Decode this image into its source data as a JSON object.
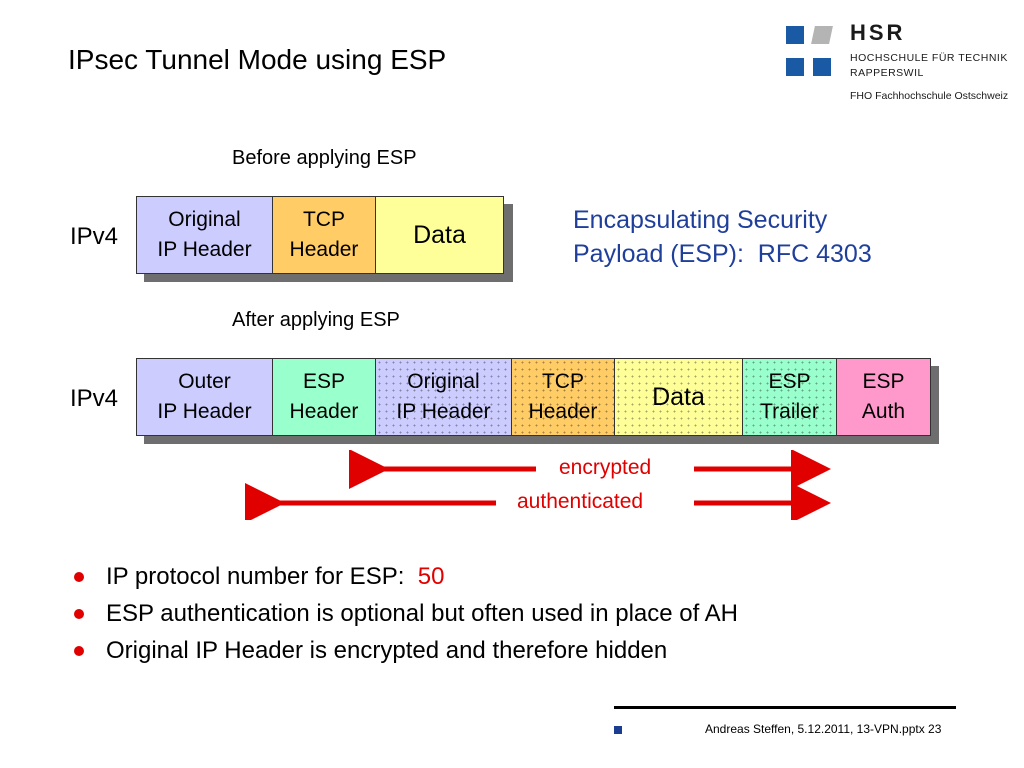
{
  "slide": {
    "title": "IPsec Tunnel Mode using ESP"
  },
  "logo": {
    "name": "HSR",
    "line1": "HOCHSCHULE FÜR TECHNIK",
    "line2": "RAPPERSWIL",
    "line3": "FHO Fachhochschule Ostschweiz",
    "colors": {
      "blue": "#1a5aa5",
      "gray": "#b4b4b4"
    }
  },
  "before": {
    "caption": "Before applying ESP",
    "label": "IPv4",
    "cells": [
      {
        "line1": "Original",
        "line2": "IP Header",
        "color": "#ccccff"
      },
      {
        "line1": "TCP",
        "line2": "Header",
        "color": "#ffcc66"
      },
      {
        "line1": "Data",
        "line2": "",
        "color": "#ffff99"
      }
    ]
  },
  "after": {
    "caption": "After applying ESP",
    "label": "IPv4",
    "cells": [
      {
        "line1": "Outer",
        "line2": "IP Header",
        "color": "#ccccff"
      },
      {
        "line1": "ESP",
        "line2": "Header",
        "color": "#99ffcc"
      },
      {
        "line1": "Original",
        "line2": "IP Header",
        "color": "#ccccff"
      },
      {
        "line1": "TCP",
        "line2": "Header",
        "color": "#ffcc66"
      },
      {
        "line1": "Data",
        "line2": "",
        "color": "#ffff99"
      },
      {
        "line1": "ESP",
        "line2": "Trailer",
        "color": "#99ffcc"
      },
      {
        "line1": "ESP",
        "line2": "Auth",
        "color": "#ff99cc"
      }
    ]
  },
  "esp_info": {
    "line1": "Encapsulating Security",
    "line2": "Payload (ESP):  RFC 4303"
  },
  "arrows": {
    "encrypted": "encrypted",
    "authenticated": "authenticated",
    "color": "#e00000"
  },
  "bullets": [
    {
      "text": "IP protocol number for ESP:  ",
      "highlight": "50"
    },
    {
      "text": "ESP authentication is optional but often used in place of AH",
      "highlight": ""
    },
    {
      "text": "Original IP Header is encrypted and therefore hidden",
      "highlight": ""
    }
  ],
  "footer": {
    "text": "Andreas Steffen, 5.12.2011, 13-VPN.pptx 23"
  }
}
